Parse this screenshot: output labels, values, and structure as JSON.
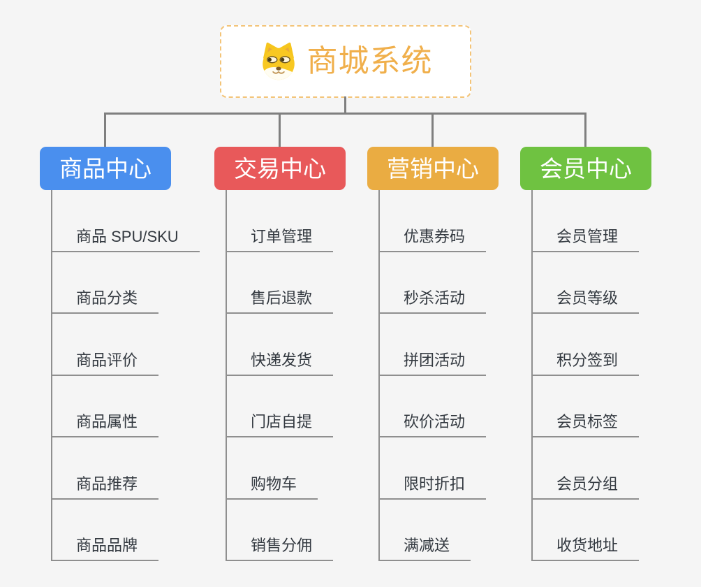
{
  "root": {
    "label": "商城系统",
    "icon": "doge-icon",
    "text_color": "#F0AF4B",
    "border_color": "#F3C478",
    "background": "#FFFFFF"
  },
  "connector_color": "#7F7F7F",
  "leaf_line_color": "#8F8F8F",
  "leaf_text_color": "#333940",
  "background_color": "#F5F5F5",
  "branches": [
    {
      "label": "商品中心",
      "color": "#4A8FEE",
      "children": [
        "商品 SPU/SKU",
        "商品分类",
        "商品评价",
        "商品属性",
        "商品推荐",
        "商品品牌"
      ]
    },
    {
      "label": "交易中心",
      "color": "#E8595A",
      "children": [
        "订单管理",
        "售后退款",
        "快递发货",
        "门店自提",
        "购物车",
        "销售分佣"
      ]
    },
    {
      "label": "营销中心",
      "color": "#EAAC42",
      "children": [
        "优惠券码",
        "秒杀活动",
        "拼团活动",
        "砍价活动",
        "限时折扣",
        "满减送"
      ]
    },
    {
      "label": "会员中心",
      "color": "#6FC241",
      "children": [
        "会员管理",
        "会员等级",
        "积分签到",
        "会员标签",
        "会员分组",
        "收货地址"
      ]
    }
  ]
}
